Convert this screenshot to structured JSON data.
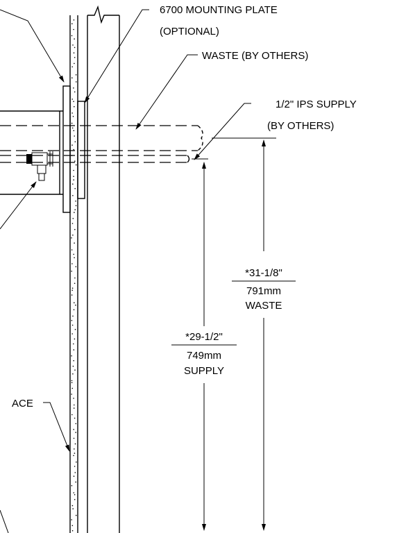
{
  "labels": {
    "mounting_plate_line1": "6700 MOUNTING PLATE",
    "mounting_plate_line2": "(OPTIONAL)",
    "waste": "WASTE (BY OTHERS)",
    "supply_line1": "1/2\" IPS SUPPLY",
    "supply_line2": "(BY OTHERS)",
    "surface_partial": "ACE"
  },
  "dimensions": {
    "waste": {
      "inches": "*31-1/8\"",
      "mm": "791mm",
      "name": "WASTE"
    },
    "supply": {
      "inches": "*29-1/2\"",
      "mm": "749mm",
      "name": "SUPPLY"
    }
  },
  "colors": {
    "line": "#000000",
    "background": "#ffffff"
  }
}
